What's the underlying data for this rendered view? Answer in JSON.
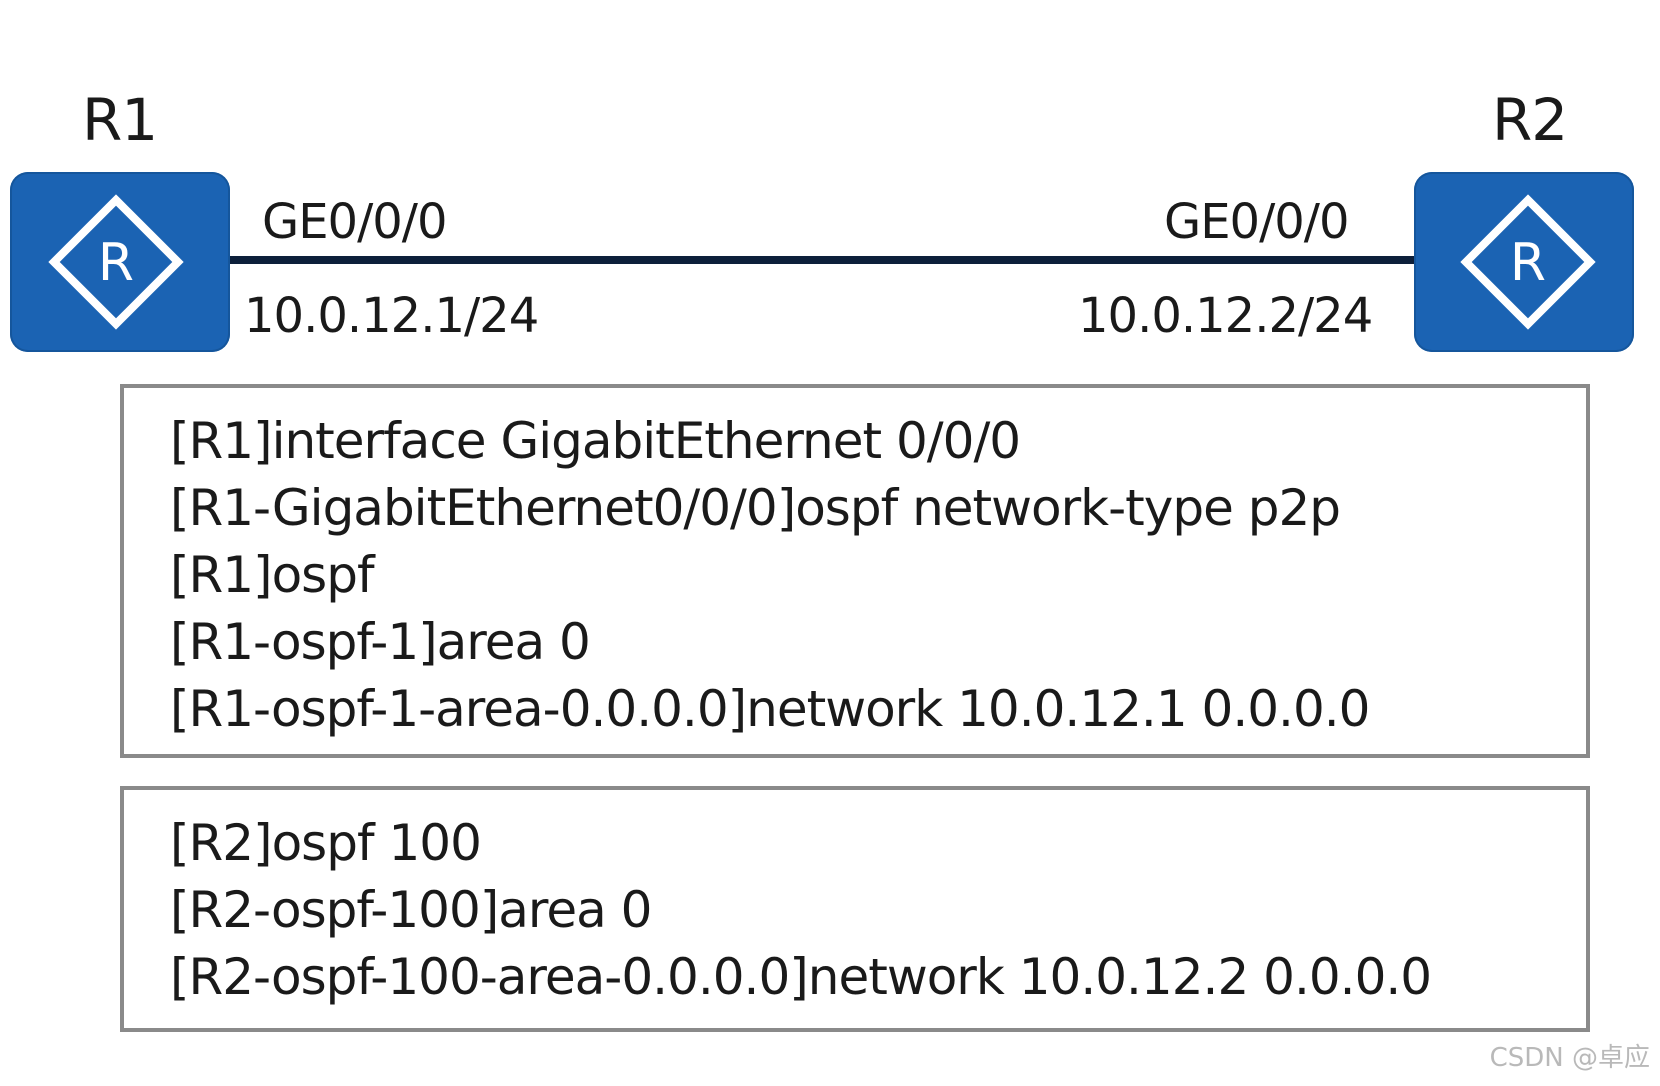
{
  "routers": {
    "r1": {
      "name": "R1",
      "icon_letter": "R",
      "interface": "GE0/0/0",
      "ip": "10.0.12.1/24"
    },
    "r2": {
      "name": "R2",
      "icon_letter": "R",
      "interface": "GE0/0/0",
      "ip": "10.0.12.2/24"
    }
  },
  "config": {
    "r1_lines": [
      "[R1]interface GigabitEthernet 0/0/0",
      "[R1-GigabitEthernet0/0/0]ospf network-type p2p",
      "[R1]ospf",
      "[R1-ospf-1]area 0",
      "[R1-ospf-1-area-0.0.0.0]network 10.0.12.1 0.0.0.0"
    ],
    "r2_lines": [
      "[R2]ospf 100",
      "[R2-ospf-100]area 0",
      "[R2-ospf-100-area-0.0.0.0]network 10.0.12.2 0.0.0.0"
    ]
  },
  "watermark": "CSDN @卓应",
  "colors": {
    "router_fill": "#1b63b3",
    "link": "#0d1f3a",
    "box_border": "#8a8a8a"
  },
  "icons": {
    "router": "router-icon"
  }
}
